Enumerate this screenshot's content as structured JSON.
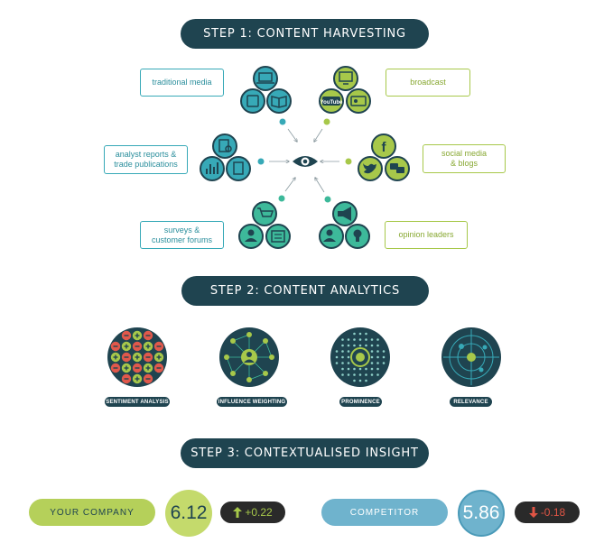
{
  "step1": {
    "title": "STEP 1: CONTENT HARVESTING"
  },
  "step2": {
    "title": "STEP 2: CONTENT ANALYTICS"
  },
  "step3": {
    "title": "STEP 3: CONTEXTUALISED INSIGHT"
  },
  "sources": {
    "traditional_media": "traditional media",
    "broadcast": "broadcast",
    "analyst_reports": [
      "analyst reports &",
      "trade publications"
    ],
    "social_media": [
      "social media",
      "& blogs"
    ],
    "surveys": [
      "surveys &",
      "customer forums"
    ],
    "opinion_leaders": "opinion leaders",
    "youtube_text": "YouTube"
  },
  "analytics": [
    {
      "label": "SENTIMENT ANALYSIS"
    },
    {
      "label": "INFLUENCE WEIGHTING"
    },
    {
      "label": "PROMINENCE"
    },
    {
      "label": "RELEVANCE"
    }
  ],
  "insight": {
    "your_company": {
      "label": "YOUR COMPANY",
      "score": "6.12",
      "delta": "+0.22",
      "direction": "up"
    },
    "competitor": {
      "label": "COMPETITOR",
      "score": "5.86",
      "delta": "-0.18",
      "direction": "down"
    }
  },
  "colors": {
    "dark": "#1f4450",
    "teal": "#37a9b7",
    "green": "#a7c84a",
    "mint": "#3db99a",
    "up": "#a7c84a",
    "down": "#e05545"
  }
}
